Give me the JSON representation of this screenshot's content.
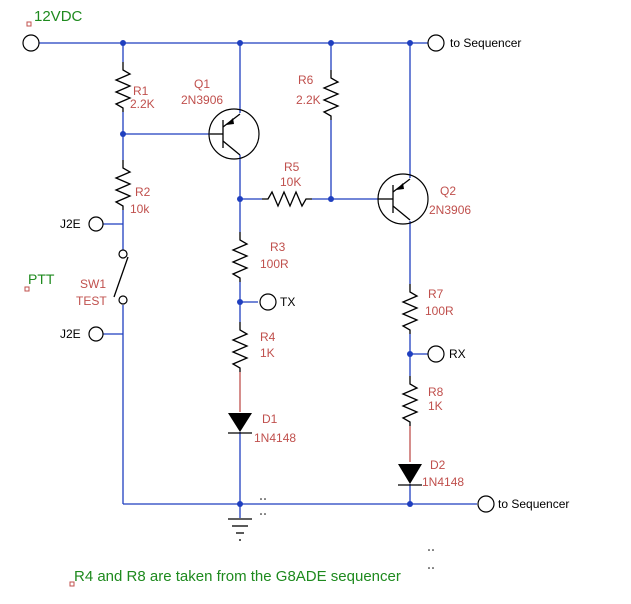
{
  "title": "12VDC",
  "footer_note": "R4 and R8 are taken from the G8ADE sequencer",
  "switch_label": "PTT",
  "terminals": {
    "top_right": "to Sequencer",
    "bottom_right": "to Sequencer",
    "j2e_top": "J2E",
    "j2e_bottom": "J2E",
    "tx": "TX",
    "rx": "RX"
  },
  "components": {
    "r1": {
      "ref": "R1",
      "value": "2.2K"
    },
    "r2": {
      "ref": "R2",
      "value": "10k"
    },
    "r3": {
      "ref": "R3",
      "value": "100R"
    },
    "r4": {
      "ref": "R4",
      "value": "1K"
    },
    "r5": {
      "ref": "R5",
      "value": "10K"
    },
    "r6": {
      "ref": "R6",
      "value": "2.2K"
    },
    "r7": {
      "ref": "R7",
      "value": "100R"
    },
    "r8": {
      "ref": "R8",
      "value": "1K"
    },
    "q1": {
      "ref": "Q1",
      "value": "2N3906"
    },
    "q2": {
      "ref": "Q2",
      "value": "2N3906"
    },
    "d1": {
      "ref": "D1",
      "value": "1N4148"
    },
    "d2": {
      "ref": "D2",
      "value": "1N4148"
    },
    "sw1": {
      "ref": "SW1",
      "value": "TEST"
    }
  }
}
